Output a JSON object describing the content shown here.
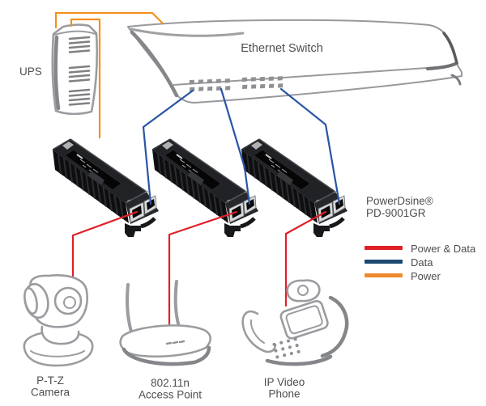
{
  "labels": {
    "ups": "UPS",
    "switch": "Ethernet Switch",
    "injector_line1": "PowerDsine®",
    "injector_line2": "PD-9001GR",
    "camera_line1": "P-T-Z",
    "camera_line2": "Camera",
    "ap_line1": "802.11n",
    "ap_line2": "Access Point",
    "phone_line1": "IP Video",
    "phone_line2": "Phone"
  },
  "legend": {
    "items": [
      {
        "label": "Power & Data",
        "color": "#E02027"
      },
      {
        "label": "Data",
        "color": "#1C4971"
      },
      {
        "label": "Power",
        "color": "#EE8A2D"
      }
    ]
  },
  "colors": {
    "power_and_data_line": "#E02027",
    "data_line": "#2A55A4",
    "power_line": "#F5901F",
    "sketch_gray": "#9A9CA0",
    "text": "#4D4E50"
  }
}
